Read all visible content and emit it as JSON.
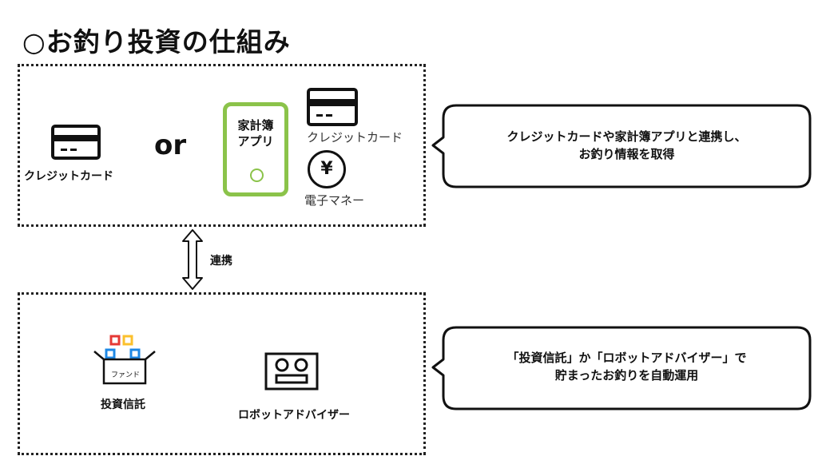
{
  "title": "○お釣り投資の仕組み",
  "top_panel": {
    "credit_card_label": "クレジットカード",
    "or_text": "or",
    "app_label_line1": "家計簿",
    "app_label_line2": "アプリ",
    "credit_card_label_small": "クレジットカード",
    "yen_symbol": "¥",
    "emoney_label": "電子マネー"
  },
  "link_label": "連携",
  "bottom_panel": {
    "fund_box_text": "ファンド",
    "mutual_fund_label": "投資信託",
    "robo_advisor_label": "ロボットアドバイザー"
  },
  "callouts": [
    {
      "line1": "クレジットカードや家計簿アプリと連携し、",
      "line2": "お釣り情報を取得"
    },
    {
      "line1": "「投資信託」か「ロボットアドバイザー」で",
      "line2": "貯まったお釣りを自動運用"
    }
  ],
  "colors": {
    "app_green": "#8bc34a",
    "fund_red": "#e53935",
    "fund_yellow": "#fbc02d",
    "fund_blue": "#1e88e5"
  }
}
